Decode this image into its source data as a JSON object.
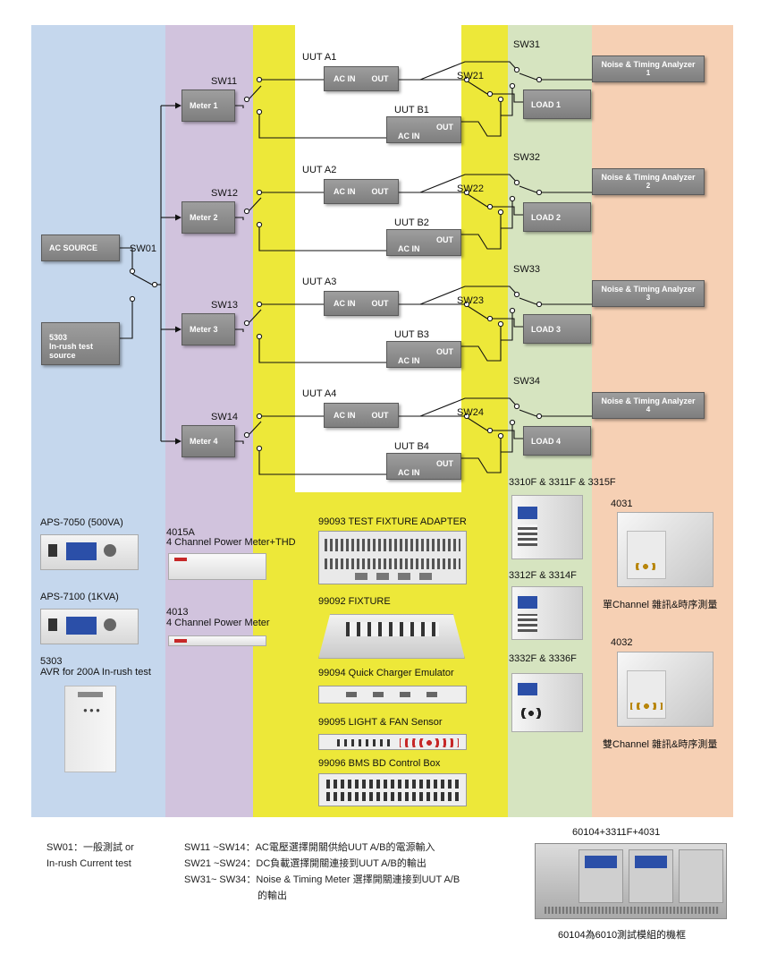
{
  "colors": {
    "blue_band": "#c5d7ed",
    "lavender_band": "#d1c3dd",
    "yellow_band": "#ede839",
    "green_band": "#d6e4c0",
    "peach_band": "#f6d0b4",
    "box_gray": "#8c8c8c"
  },
  "sources": {
    "ac_source": "AC SOURCE",
    "inrush": "5303\nIn-rush test\nsource",
    "sw01": "SW01"
  },
  "meters": [
    {
      "label": "Meter 1",
      "switch": "SW11"
    },
    {
      "label": "Meter 2",
      "switch": "SW12"
    },
    {
      "label": "Meter 3",
      "switch": "SW13"
    },
    {
      "label": "Meter 4",
      "switch": "SW14"
    }
  ],
  "uut_groups": [
    {
      "uut_a": "UUT A1",
      "uut_b": "UUT B1",
      "sw_load": "SW21",
      "sw_noise": "SW31",
      "load": "LOAD 1",
      "analyzer": "Noise & Timing Analyzer",
      "analyzer_num": "1"
    },
    {
      "uut_a": "UUT A2",
      "uut_b": "UUT B2",
      "sw_load": "SW22",
      "sw_noise": "SW32",
      "load": "LOAD 2",
      "analyzer": "Noise & Timing Analyzer",
      "analyzer_num": "2"
    },
    {
      "uut_a": "UUT A3",
      "uut_b": "UUT B3",
      "sw_load": "SW23",
      "sw_noise": "SW33",
      "load": "LOAD 3",
      "analyzer": "Noise & Timing Analyzer",
      "analyzer_num": "3"
    },
    {
      "uut_a": "UUT A4",
      "uut_b": "UUT B4",
      "sw_load": "SW24",
      "sw_noise": "SW34",
      "load": "LOAD 4",
      "analyzer": "Noise & Timing Analyzer",
      "analyzer_num": "4"
    }
  ],
  "uut_terms": {
    "ac_in": "AC IN",
    "out": "OUT"
  },
  "equipment": {
    "aps7050": "APS-7050 (500VA)",
    "aps7100": "APS-7100 (1KVA)",
    "avr5303_line1": "5303",
    "avr5303_line2": "AVR for 200A In-rush test",
    "m4015a_line1": "4015A",
    "m4015a_line2": "4 Channel Power Meter+THD",
    "m4013_line1": "4013",
    "m4013_line2": "4 Channel Power Meter",
    "f99093": "99093 TEST FIXTURE ADAPTER",
    "f99092": "99092 FIXTURE",
    "f99094": "99094 Quick Charger Emulator",
    "f99095": "99095 LIGHT & FAN Sensor",
    "f99096": "99096 BMS BD Control Box",
    "load_a": "3310F & 3311F & 3315F",
    "load_b": "3312F & 3314F",
    "load_c": "3332F & 3336F",
    "n4031": "4031",
    "n4031_desc": "單Channel 雜訊&時序測量",
    "n4032": "4032",
    "n4032_desc": "雙Channel 雜訊&時序測量",
    "mainframe_title": "60104+3311F+4031",
    "mainframe_caption": "60104為6010測試模組的機框"
  },
  "legend": {
    "sw01_line1": "SW01：一般測試 or",
    "sw01_line2": "In-rush Current test",
    "sw1x": "SW11 ~SW14：AC電壓選擇開關供給UUT A/B的電源輸入",
    "sw2x": "SW21 ~SW24：DC負載選擇開關連接到UUT A/B的輸出",
    "sw3x_line1": "SW31~ SW34：Noise & Timing Meter 選擇開關連接到UUT A/B",
    "sw3x_line2": "的輸出"
  }
}
